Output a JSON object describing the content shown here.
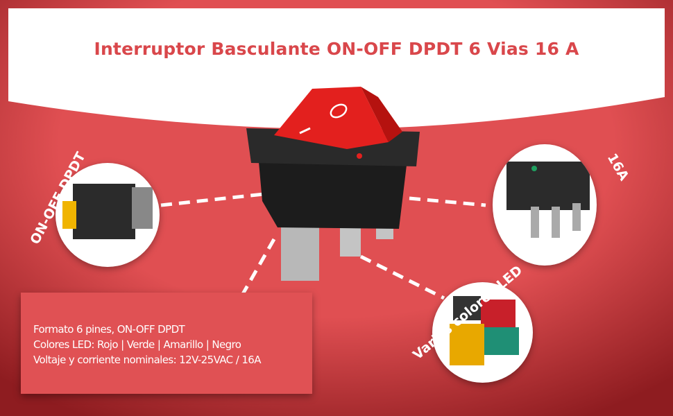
{
  "title": "Interruptor Basculante ON-OFF DPDT 6 Vias 16 A",
  "labels": {
    "left": "ON-OFF DPDT",
    "right": "16A",
    "bottom_right": "Varios colores LED"
  },
  "features": [
    "Formato 6 pines, ON-OFF DPDT",
    "Colores LED: Rojo | Verde | Amarillo | Negro",
    "Voltaje y corriente nominales: 12V-25VAC / 16A"
  ],
  "switch_marks": {
    "on": "I",
    "off": "O"
  },
  "colors": {
    "brand_red": "#e04f52",
    "dark_red": "#8e1c20",
    "title_red": "#d9474b",
    "switch_red": "#e3201e"
  }
}
